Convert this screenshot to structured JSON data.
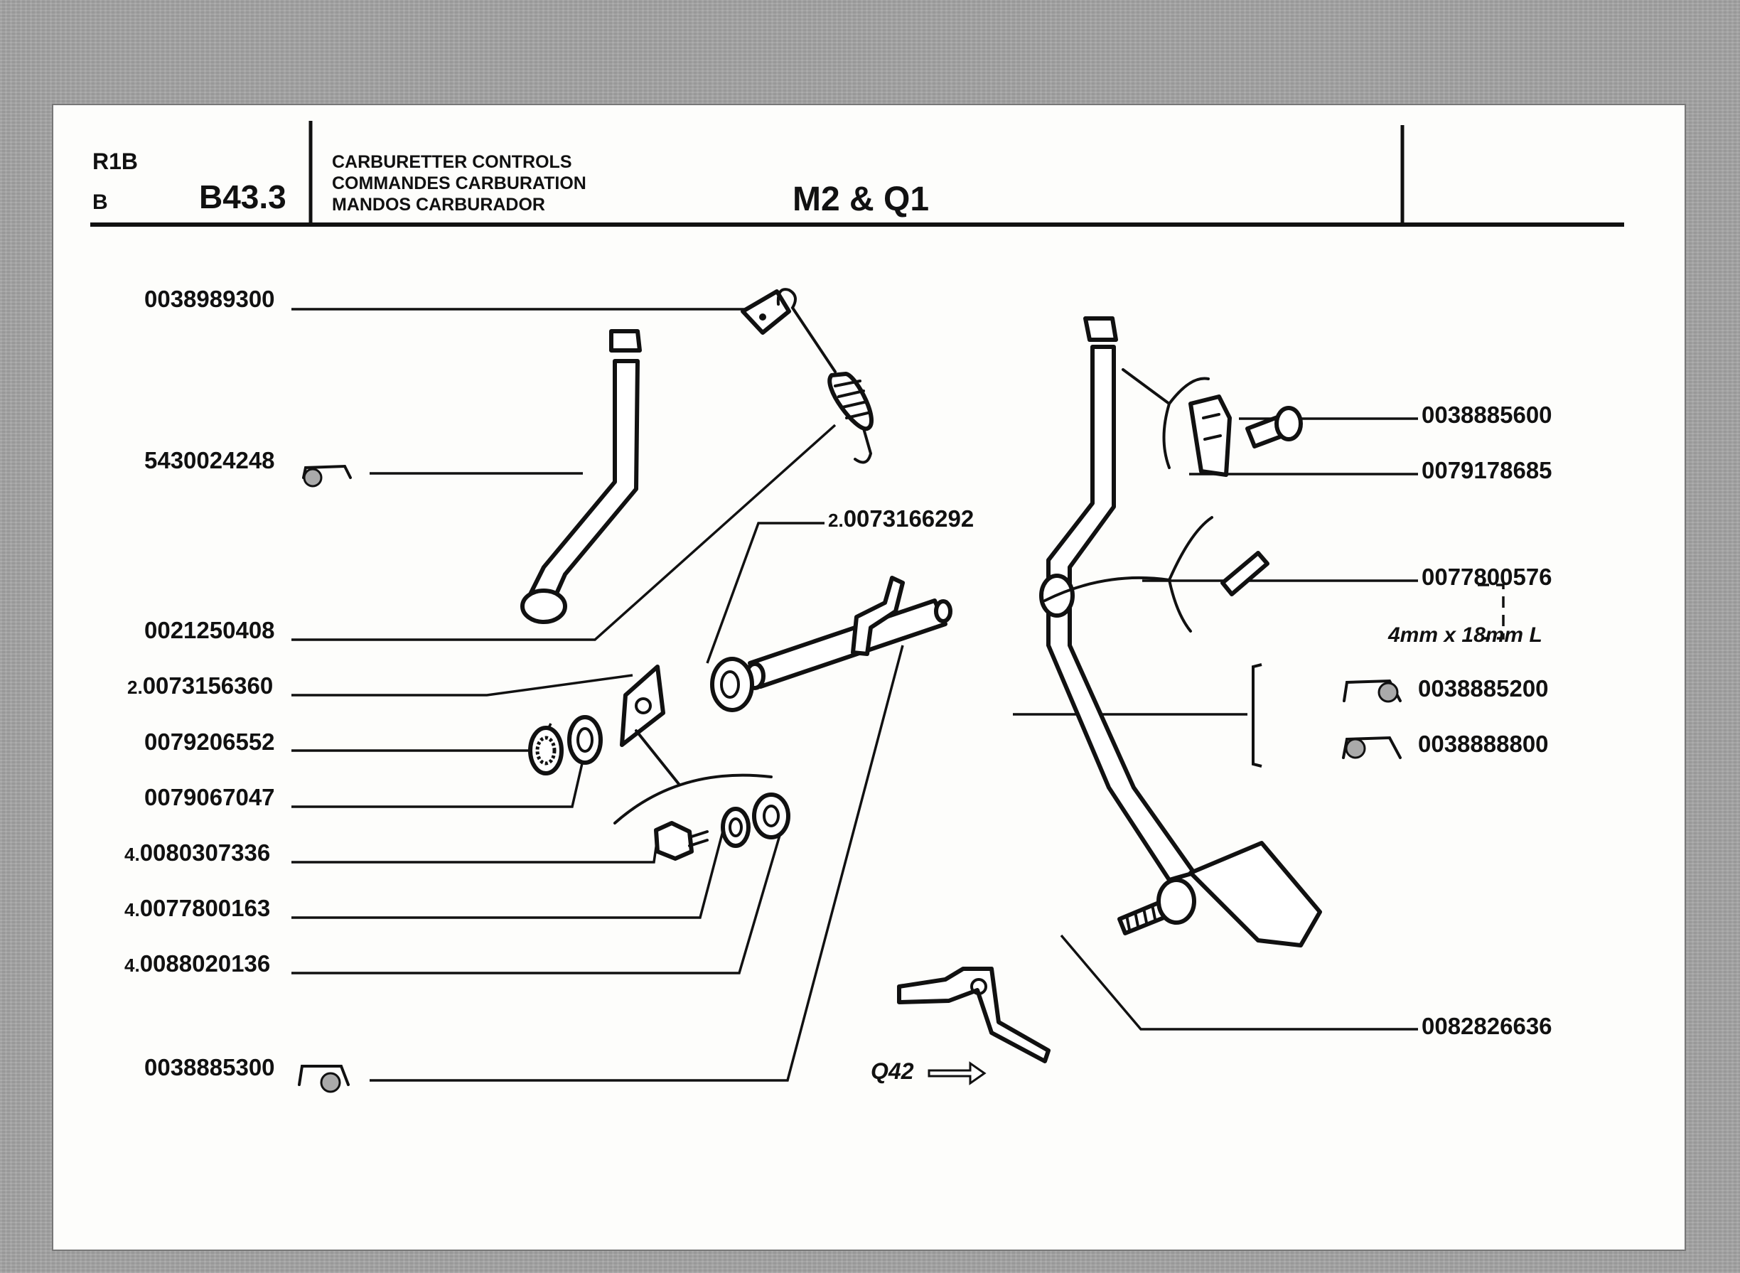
{
  "header": {
    "ref_top": "R1B",
    "ref_bottom": "B",
    "page_code": "B43.3",
    "title_en": "CARBURETTER CONTROLS",
    "title_fr": "COMMANDES CARBURATION",
    "title_es": "MANDOS CARBURADOR",
    "models": "M2 & Q1"
  },
  "parts_left": [
    {
      "qty": "",
      "number": "0038989300"
    },
    {
      "qty": "",
      "number": "5430024248"
    },
    {
      "qty": "",
      "number": "0021250408"
    },
    {
      "qty": "2.",
      "number": "0073156360"
    },
    {
      "qty": "",
      "number": "0079206552"
    },
    {
      "qty": "",
      "number": "0079067047"
    },
    {
      "qty": "4.",
      "number": "0080307336"
    },
    {
      "qty": "4.",
      "number": "0077800163"
    },
    {
      "qty": "4.",
      "number": "0088020136"
    },
    {
      "qty": "",
      "number": "0038885300"
    }
  ],
  "parts_right": [
    {
      "qty": "2.",
      "number": "0073166292"
    },
    {
      "qty": "",
      "number": "0038885600"
    },
    {
      "qty": "",
      "number": "0079178685"
    },
    {
      "qty": "",
      "number": "0077800576"
    },
    {
      "qty": "",
      "number": "0038885200"
    },
    {
      "qty": "",
      "number": "0038888800"
    },
    {
      "qty": "",
      "number": "0082826636"
    }
  ],
  "pin_size_note": "4mm x 18mm L",
  "cross_reference": "Q42"
}
